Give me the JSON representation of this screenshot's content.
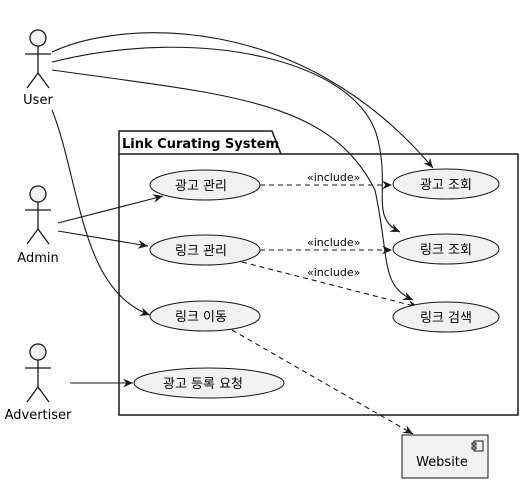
{
  "system": {
    "title": "Link Curating System"
  },
  "actors": {
    "user": "User",
    "admin": "Admin",
    "advertiser": "Advertiser"
  },
  "use_cases": {
    "ad_manage": "광고 관리",
    "link_manage": "링크 관리",
    "link_move": "링크 이동",
    "ad_request": "광고 등록 요청",
    "ad_view": "광고 조회",
    "link_view": "링크 조회",
    "link_search": "링크 검색"
  },
  "stereotypes": {
    "include_1": "«include»",
    "include_2": "«include»",
    "include_3": "«include»"
  },
  "component": {
    "website": "Website"
  },
  "colors": {
    "use_case_fill": "#f1f1f1",
    "stroke": "#181818",
    "background": "#ffffff"
  }
}
